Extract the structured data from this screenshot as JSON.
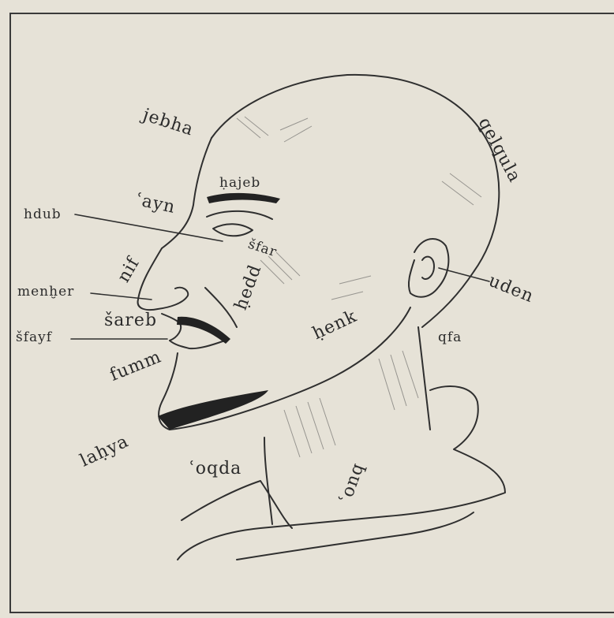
{
  "labels": {
    "jebha": "jebha",
    "qelqula": "qelqula",
    "hajeb": "ḥajeb",
    "ayn": "ʿayn",
    "hdub": "hdub",
    "sfar": "šfar",
    "nif": "nif",
    "menher": "menḫer",
    "hedd": "ḥedd",
    "uden": "uden",
    "sareb": "šareb",
    "henk": "ḥenk",
    "qfa": "qfa",
    "sfayf": "šfayf",
    "fumm": "fumm",
    "lahya": "laḥya",
    "oqda": "ʿoqda",
    "onq": "ʿonq"
  }
}
